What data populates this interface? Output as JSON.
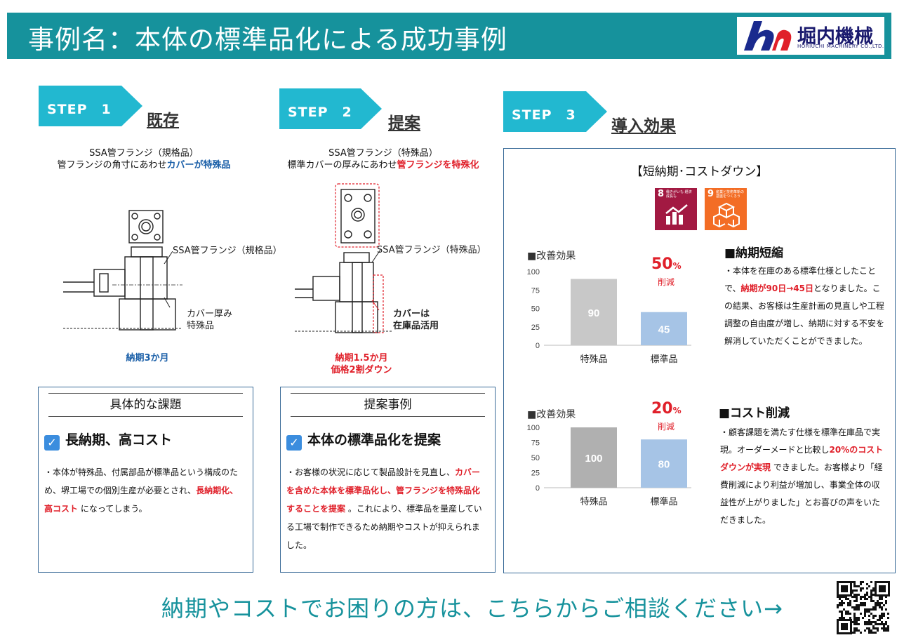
{
  "header": {
    "title": "事例名：本体の標準品化による成功事例",
    "logo_name": "堀内機械",
    "logo_sub": "HORIUCHI MACHINERY CO.,LTD."
  },
  "steps": [
    {
      "label": "STEP　1",
      "title": "既存"
    },
    {
      "label": "STEP　2",
      "title": "提案"
    },
    {
      "label": "STEP　3",
      "title": "導入効果"
    }
  ],
  "step1": {
    "caption_line1": "SSA管フランジ（規格品）",
    "caption_line2_pre": "管フランジの角寸にあわせ",
    "caption_line2_em": "カバーが特殊品",
    "drawing_label1": "SSA管フランジ（規格品）",
    "drawing_label2_line1": "カバー厚み",
    "drawing_label2_line2": "特殊品",
    "lead_time": "納期3か月"
  },
  "step2": {
    "caption_line1": "SSA管フランジ（特殊品）",
    "caption_line2_pre": "標準カバーの厚みにあわせ",
    "caption_line2_em": "管フランジを特殊化",
    "drawing_label1": "SSA管フランジ（特殊品）",
    "drawing_label2_line1": "カバーは",
    "drawing_label2_line2": "在庫品活用",
    "lead_time_line1": "納期1.5か月",
    "lead_time_line2": "価格2割ダウン"
  },
  "issue_box": {
    "head": "具体的な課題",
    "sub": "長納期、高コスト",
    "body_pre": "・本体が特殊品、付属部品が標準品という構成のため、堺工場での個別生産が必要とされ、",
    "body_em": "長納期化、高コスト",
    "body_post": " になってしまう。"
  },
  "proposal_box": {
    "head": "提案事例",
    "sub": "本体の標準品化を提案",
    "body_pre": "・お客様の状況に応じて製品設計を見直し、",
    "body_em": "カバーを含めた本体を標準品化し、管フランジを特殊品化することを提案",
    "body_post": " 。これにより、標準品を量産している工場で制作できるため納期やコストが抑えられました。"
  },
  "effect": {
    "title": "【短納期･コストダウン】",
    "sdg8": {
      "num": "8",
      "text": "働きがいも 経済成長も",
      "color": "#a21942"
    },
    "sdg9": {
      "num": "9",
      "text": "産業と技術革新の 基盤をつくろう",
      "color": "#f36d25"
    },
    "lead": {
      "head": "■納期短縮",
      "body_pre": "・本体を在庫のある標準仕様としたことで、",
      "body_em": "納期が90日→45日",
      "body_post": "となりました。この結果、お客様は生産計画の見直しや工程調整の自由度が増し、納期に対する不安を解消していただくことができました。"
    },
    "cost": {
      "head": "■コスト削減",
      "body_pre": "・顧客課題を満たす仕様を標準在庫品で実現。オーダーメードと比較し",
      "body_em": "20%のコストダウンが実現",
      "body_post": " できました。お客様より「経費削減により利益が増加し、事業全体の収益性が上がりました」とお喜びの声をいただきました。"
    }
  },
  "chart_data": [
    {
      "type": "bar",
      "title": "■改善効果",
      "categories": [
        "特殊品",
        "標準品"
      ],
      "values": [
        90,
        45
      ],
      "ylim": [
        0,
        100
      ],
      "yticks": [
        0,
        25,
        50,
        75,
        100
      ],
      "colors": [
        "#c8c8c8",
        "#a6c4e6"
      ],
      "annotation": "50",
      "annotation_unit": "%",
      "annotation_sub": "削減"
    },
    {
      "type": "bar",
      "title": "■改善効果",
      "categories": [
        "特殊品",
        "標準品"
      ],
      "values": [
        100,
        80
      ],
      "ylim": [
        0,
        100
      ],
      "yticks": [
        0,
        25,
        50,
        75,
        100
      ],
      "colors": [
        "#b0b0b0",
        "#a6c4e6"
      ],
      "annotation": "20",
      "annotation_unit": "%",
      "annotation_sub": "削減"
    }
  ],
  "footer": {
    "text": "納期やコストでお困りの方は、こちらからご相談ください→"
  },
  "colors": {
    "header": "#16929c",
    "step": "#22b8d0",
    "accent_red": "#e0202a",
    "accent_blue": "#1a5fa8"
  }
}
